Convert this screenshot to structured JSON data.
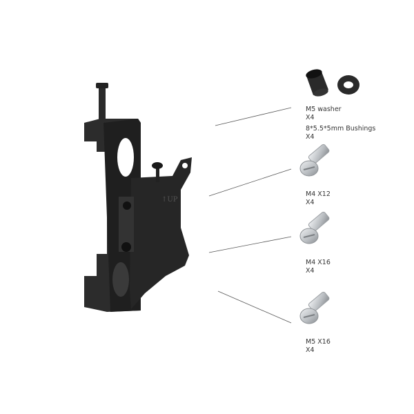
{
  "bracket": {
    "marking": "↑UP",
    "color": "#2a2a2a"
  },
  "parts": [
    {
      "name": "M5 washer",
      "qty": "X4"
    },
    {
      "name": "8*5.5*5mm Bushings",
      "qty": "X4"
    },
    {
      "name": "M4 X12",
      "qty": "X4"
    },
    {
      "name": "M4 X16",
      "qty": "X4"
    },
    {
      "name": "M5 X16",
      "qty": "X4"
    }
  ],
  "colors": {
    "bracket": "#2a2a2a",
    "screw": "#c4c8cc",
    "label": "#333333",
    "leader": "#555555"
  }
}
